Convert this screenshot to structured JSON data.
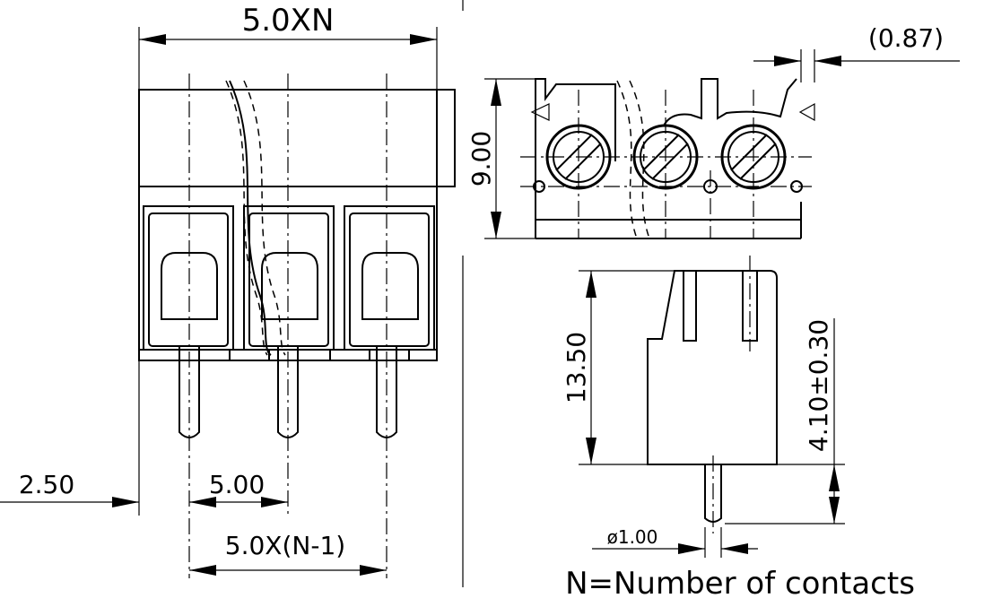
{
  "labels": {
    "width_total": "5.0XN",
    "offset_right": "(0.87)",
    "height_side": "9.00",
    "height_body": "13.50",
    "pin_length": "4.10±0.30",
    "edge_offset": "2.50",
    "pitch": "5.00",
    "pitch_total": "5.0X(N-1)",
    "pin_diameter": "ø1.00",
    "legend": "N=Number of contacts"
  }
}
